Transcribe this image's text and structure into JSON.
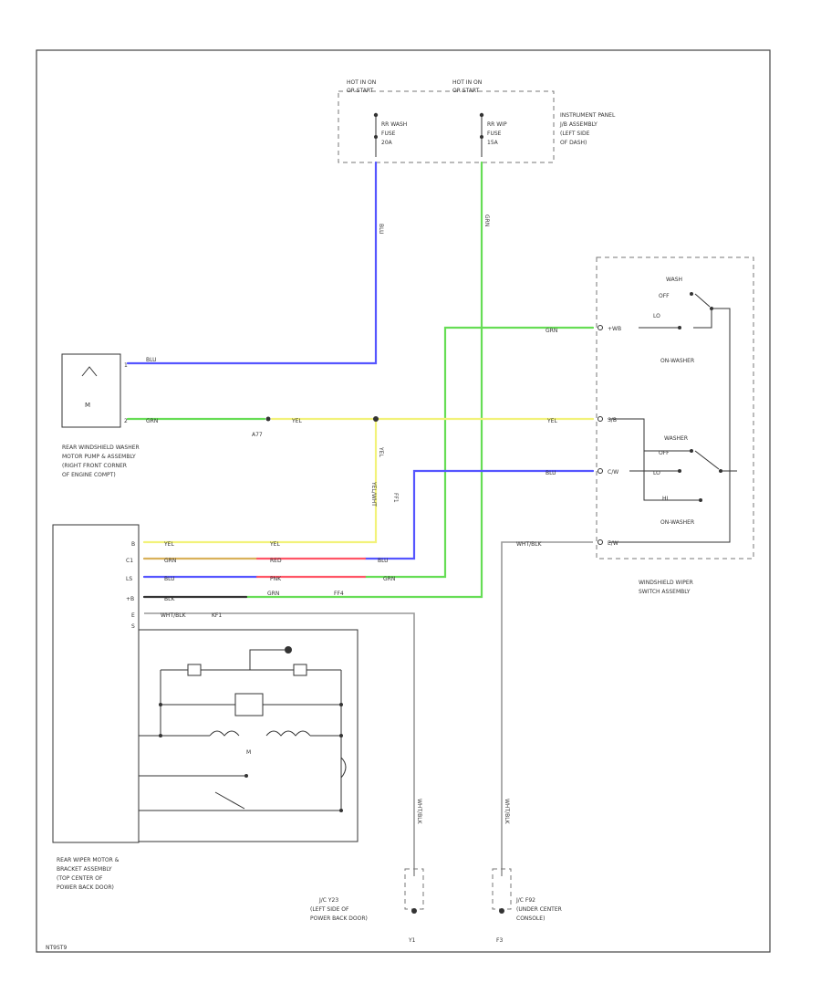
{
  "colors": {
    "blue": "#5555ff",
    "green": "#66dd55",
    "yellow": "#f2f27a",
    "red": "#ff5566",
    "orange": "#d9b15a",
    "gray": "#a8a8a8",
    "black": "#333333"
  },
  "power": {
    "left_supply": "HOT IN ON\nOR START",
    "right_supply": "HOT IN ON\nOR START",
    "left_fuse": [
      "RR WASH",
      "FUSE",
      "20A"
    ],
    "right_fuse": [
      "RR WIP",
      "FUSE",
      "15A"
    ],
    "panel_label": [
      "INSTRUMENT PANEL",
      "J/B ASSEMBLY",
      "(LEFT SIDE",
      "OF DASH)"
    ]
  },
  "washer_pump": {
    "label": [
      "REAR WINDSHIELD WASHER",
      "MOTOR PUMP & ASSEMBLY",
      "(RIGHT FRONT CORNER",
      "OF ENGINE COMPT)"
    ],
    "wire_top": "BLU",
    "wire_bottom": "GRN",
    "pin_top": "1",
    "pin_bottom": "2",
    "splice": "A77"
  },
  "wires": {
    "blu": "BLU",
    "grn": "GRN",
    "yel": "YEL",
    "red": "RED",
    "pnk": "PNK",
    "wht_blk": "WHT/BLK",
    "yel_wht": "YEL/WHT",
    "splice_ff1": "FF1",
    "splice_ff4": "FF4",
    "splice_kf1": "KF1"
  },
  "switch": {
    "upper_title": "WASH",
    "upper_positions": [
      "OFF",
      "LO"
    ],
    "upper_label": "ON-WASHER",
    "lower_title": "WASHER",
    "lower_positions": [
      "OFF",
      "LO",
      "HI"
    ],
    "lower_label": "ON-WASHER",
    "assembly_label": [
      "WINDSHIELD WIPER",
      "SWITCH ASSEMBLY"
    ],
    "pins": [
      "+WB",
      "S/B",
      "C/W",
      "E/W"
    ]
  },
  "rear_motor": {
    "pins": [
      "B",
      "C1",
      "LS",
      "+B",
      "E",
      "S"
    ],
    "label": [
      "REAR WIPER MOTOR &",
      "BRACKET ASSEMBLY",
      "(TOP CENTER OF",
      "POWER BACK DOOR)"
    ]
  },
  "grounds": {
    "left": {
      "connector": "J/C Y23",
      "label": [
        "(LEFT SIDE OF",
        "POWER BACK DOOR)"
      ],
      "code": "Y1"
    },
    "right": {
      "connector": "J/C F92",
      "label": [
        "(UNDER CENTER",
        "CONSOLE)"
      ],
      "code": "F3"
    }
  },
  "figure_id": "NT9ST9"
}
